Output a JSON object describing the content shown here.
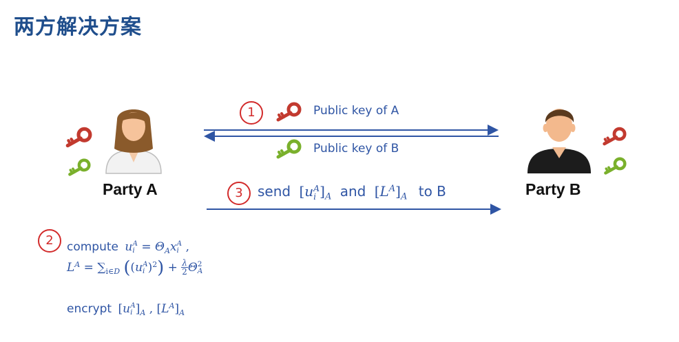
{
  "slide": {
    "title": "两方解决方案"
  },
  "party_a": {
    "label": "Party A"
  },
  "party_b": {
    "label": "Party B"
  },
  "steps": {
    "step1_num": "1",
    "step2_num": "2",
    "step3_num": "3"
  },
  "messages": {
    "pubkey_a": "Public key of A",
    "pubkey_b": "Public key of B",
    "send_word": "send",
    "and_word": "and",
    "to_b": "to B"
  },
  "formulas": {
    "compute_word": "compute",
    "encrypt_word": "encrypt"
  },
  "colors": {
    "title": "#1f4e8c",
    "text_blue": "#2f55a4",
    "arrow": "#2f55a4",
    "step_circle": "#d22b2b",
    "key_red": "#c23a2f",
    "key_green": "#7ab02c"
  },
  "icons": [
    "person-a-icon",
    "person-b-icon",
    "red-key-icon",
    "green-key-icon"
  ]
}
